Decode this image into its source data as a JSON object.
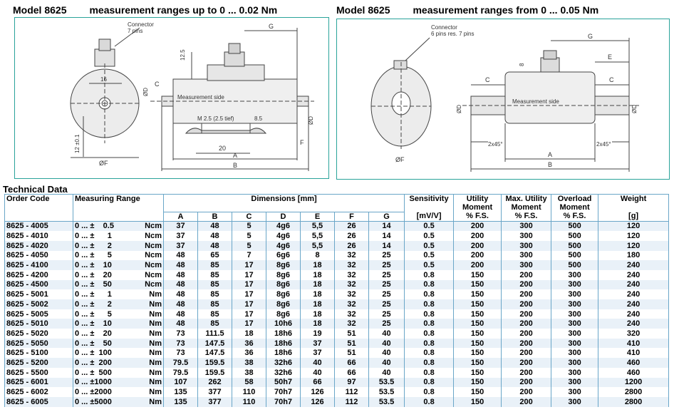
{
  "left": {
    "model": "Model 8625",
    "subtitle": "measurement ranges up to 0 ... 0.02 Nm",
    "labels": {
      "connector": "Connector",
      "pins": "7 pins",
      "g": "G",
      "d125": "12.5",
      "d16": "16",
      "c": "C",
      "od": "ØD",
      "meas_side": "Measurement side",
      "thread": "M 2.5 (2.5 tief)",
      "d85": "8.5",
      "d20": "20",
      "a": "A",
      "b": "B",
      "f_side": "F",
      "of": "ØF",
      "d12": "12 ±0.1",
      "od2": "ØD"
    }
  },
  "right": {
    "model": "Model 8625",
    "subtitle": "measurement ranges from 0 ... 0.05 Nm",
    "labels": {
      "connector": "Connector",
      "pins": "6 pins res. 7 pins",
      "g": "G",
      "e": "E",
      "c_left": "C",
      "c_right": "C",
      "d8": "8",
      "od_left": "ØD",
      "od_right": "ØD",
      "meas_side": "Measurement side",
      "chamfer_left": "2x45°",
      "chamfer_right": "2x45°",
      "a": "A",
      "b": "B",
      "of": "ØF"
    }
  },
  "technical_data": {
    "title": "Technical Data",
    "headers": {
      "order_code": "Order Code",
      "measuring_range": "Measuring Range",
      "dimensions": "Dimensions [mm]",
      "dim_cols": [
        "A",
        "B",
        "C",
        "D",
        "E",
        "F",
        "G"
      ],
      "sensitivity": "Sensitivity",
      "sensitivity_unit": "[mV/V]",
      "utility_1": "Utility",
      "utility_2": "Moment",
      "utility_3": "% F.S.",
      "max_utility_1": "Max. Utility",
      "max_utility_2": "Moment",
      "max_utility_3": "% F.S.",
      "overload_1": "Overload",
      "overload_2": "Moment",
      "overload_3": "% F.S.",
      "weight": "Weight",
      "weight_unit": "[g]"
    },
    "rows": [
      {
        "code": "8625 - 4005",
        "range": "0 ... ±    0.5",
        "unit": "Ncm",
        "a": "37",
        "b": "48",
        "c": "5",
        "d": "4g6",
        "e": "5,5",
        "f": "26",
        "g": "14",
        "sens": "0.5",
        "util": "200",
        "max": "300",
        "over": "500",
        "weight": "120"
      },
      {
        "code": "8625 - 4010",
        "range": "0 ... ±      1",
        "unit": "Ncm",
        "a": "37",
        "b": "48",
        "c": "5",
        "d": "4g6",
        "e": "5,5",
        "f": "26",
        "g": "14",
        "sens": "0.5",
        "util": "200",
        "max": "300",
        "over": "500",
        "weight": "120"
      },
      {
        "code": "8625 - 4020",
        "range": "0 ... ±      2",
        "unit": "Ncm",
        "a": "37",
        "b": "48",
        "c": "5",
        "d": "4g6",
        "e": "5,5",
        "f": "26",
        "g": "14",
        "sens": "0.5",
        "util": "200",
        "max": "300",
        "over": "500",
        "weight": "120"
      },
      {
        "code": "8625 - 4050",
        "range": "0 ... ±      5",
        "unit": "Ncm",
        "a": "48",
        "b": "65",
        "c": "7",
        "d": "6g6",
        "e": "8",
        "f": "32",
        "g": "25",
        "sens": "0.5",
        "util": "200",
        "max": "300",
        "over": "500",
        "weight": "180"
      },
      {
        "code": "8625 - 4100",
        "range": "0 ... ±    10",
        "unit": "Ncm",
        "a": "48",
        "b": "85",
        "c": "17",
        "d": "8g6",
        "e": "18",
        "f": "32",
        "g": "25",
        "sens": "0.5",
        "util": "200",
        "max": "300",
        "over": "500",
        "weight": "240"
      },
      {
        "code": "8625 - 4200",
        "range": "0 ... ±    20",
        "unit": "Ncm",
        "a": "48",
        "b": "85",
        "c": "17",
        "d": "8g6",
        "e": "18",
        "f": "32",
        "g": "25",
        "sens": "0.8",
        "util": "150",
        "max": "200",
        "over": "300",
        "weight": "240"
      },
      {
        "code": "8625 - 4500",
        "range": "0 ... ±    50",
        "unit": "Ncm",
        "a": "48",
        "b": "85",
        "c": "17",
        "d": "8g6",
        "e": "18",
        "f": "32",
        "g": "25",
        "sens": "0.8",
        "util": "150",
        "max": "200",
        "over": "300",
        "weight": "240"
      },
      {
        "code": "8625 - 5001",
        "range": "0 ... ±      1",
        "unit": "Nm",
        "a": "48",
        "b": "85",
        "c": "17",
        "d": "8g6",
        "e": "18",
        "f": "32",
        "g": "25",
        "sens": "0.8",
        "util": "150",
        "max": "200",
        "over": "300",
        "weight": "240"
      },
      {
        "code": "8625 - 5002",
        "range": "0 ... ±      2",
        "unit": "Nm",
        "a": "48",
        "b": "85",
        "c": "17",
        "d": "8g6",
        "e": "18",
        "f": "32",
        "g": "25",
        "sens": "0.8",
        "util": "150",
        "max": "200",
        "over": "300",
        "weight": "240"
      },
      {
        "code": "8625 - 5005",
        "range": "0 ... ±      5",
        "unit": "Nm",
        "a": "48",
        "b": "85",
        "c": "17",
        "d": "8g6",
        "e": "18",
        "f": "32",
        "g": "25",
        "sens": "0.8",
        "util": "150",
        "max": "200",
        "over": "300",
        "weight": "240"
      },
      {
        "code": "8625 - 5010",
        "range": "0 ... ±    10",
        "unit": "Nm",
        "a": "48",
        "b": "85",
        "c": "17",
        "d": "10h6",
        "e": "18",
        "f": "32",
        "g": "25",
        "sens": "0.8",
        "util": "150",
        "max": "200",
        "over": "300",
        "weight": "240"
      },
      {
        "code": "8625 - 5020",
        "range": "0 ... ±    20",
        "unit": "Nm",
        "a": "73",
        "b": "111.5",
        "c": "18",
        "d": "18h6",
        "e": "19",
        "f": "51",
        "g": "40",
        "sens": "0.8",
        "util": "150",
        "max": "200",
        "over": "300",
        "weight": "320"
      },
      {
        "code": "8625 - 5050",
        "range": "0 ... ±    50",
        "unit": "Nm",
        "a": "73",
        "b": "147.5",
        "c": "36",
        "d": "18h6",
        "e": "37",
        "f": "51",
        "g": "40",
        "sens": "0.8",
        "util": "150",
        "max": "200",
        "over": "300",
        "weight": "410"
      },
      {
        "code": "8625 - 5100",
        "range": "0 ... ±  100",
        "unit": "Nm",
        "a": "73",
        "b": "147.5",
        "c": "36",
        "d": "18h6",
        "e": "37",
        "f": "51",
        "g": "40",
        "sens": "0.8",
        "util": "150",
        "max": "200",
        "over": "300",
        "weight": "410"
      },
      {
        "code": "8625 - 5200",
        "range": "0 ... ±  200",
        "unit": "Nm",
        "a": "79.5",
        "b": "159.5",
        "c": "38",
        "d": "32h6",
        "e": "40",
        "f": "66",
        "g": "40",
        "sens": "0.8",
        "util": "150",
        "max": "200",
        "over": "300",
        "weight": "460"
      },
      {
        "code": "8625 - 5500",
        "range": "0 ... ±  500",
        "unit": "Nm",
        "a": "79.5",
        "b": "159.5",
        "c": "38",
        "d": "32h6",
        "e": "40",
        "f": "66",
        "g": "40",
        "sens": "0.8",
        "util": "150",
        "max": "200",
        "over": "300",
        "weight": "460"
      },
      {
        "code": "8625 - 6001",
        "range": "0 ... ±1000",
        "unit": "Nm",
        "a": "107",
        "b": "262",
        "c": "58",
        "d": "50h7",
        "e": "66",
        "f": "97",
        "g": "53.5",
        "sens": "0.8",
        "util": "150",
        "max": "200",
        "over": "300",
        "weight": "1200"
      },
      {
        "code": "8625 - 6002",
        "range": "0 ... ±2000",
        "unit": "Nm",
        "a": "135",
        "b": "377",
        "c": "110",
        "d": "70h7",
        "e": "126",
        "f": "112",
        "g": "53.5",
        "sens": "0.8",
        "util": "150",
        "max": "200",
        "over": "300",
        "weight": "2800"
      },
      {
        "code": "8625 - 6005",
        "range": "0 ... ±5000",
        "unit": "Nm",
        "a": "135",
        "b": "377",
        "c": "110",
        "d": "70h7",
        "e": "126",
        "f": "112",
        "g": "53.5",
        "sens": "0.8",
        "util": "150",
        "max": "200",
        "over": "300",
        "weight": "2800"
      }
    ]
  }
}
